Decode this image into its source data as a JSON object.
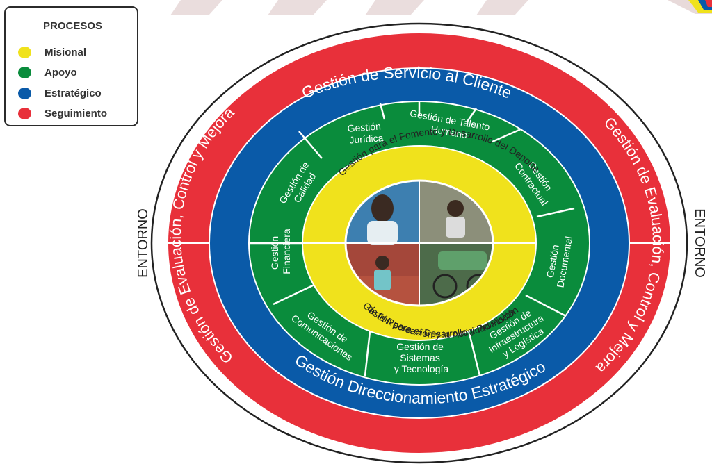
{
  "colors": {
    "misional": "#f0e21c",
    "apoyo": "#0a8c3c",
    "estrategico": "#0a5aa8",
    "seguimiento": "#e8303a",
    "background_decor": "#d9c1c1"
  },
  "legend": {
    "title": "PROCESOS",
    "items": [
      {
        "label": "Misional",
        "color": "#f0e21c"
      },
      {
        "label": "Apoyo",
        "color": "#0a8c3c"
      },
      {
        "label": "Estratégico",
        "color": "#0a5aa8"
      },
      {
        "label": "Seguimiento",
        "color": "#e8303a"
      }
    ]
  },
  "outer_labels": {
    "left": "ENTORNO",
    "right": "ENTORNO"
  },
  "red_ring": {
    "left": "Gestión de Evaluación, Control y Mejora",
    "right": "Gestión de Evaluación, Control y Mejora"
  },
  "blue_ring": {
    "top": "Gestión de Servicio al Cliente",
    "bottom": "Gestión Direccionamiento Estratégico"
  },
  "green_ring": {
    "segments": [
      {
        "lines": [
          "Gestión",
          "Jurídica"
        ]
      },
      {
        "lines": [
          "Gestión de Talento",
          "Humano"
        ]
      },
      {
        "lines": [
          "Gestión",
          "Contractual"
        ]
      },
      {
        "lines": [
          "Gestión",
          "Documental"
        ]
      },
      {
        "lines": [
          "Gestión de",
          "Infraestructura",
          "y Logística"
        ]
      },
      {
        "lines": [
          "Gestión de",
          "Sistemas",
          "y Tecnología"
        ]
      },
      {
        "lines": [
          "Gestión de",
          "Comunicaciones"
        ]
      },
      {
        "lines": [
          "Gestión",
          "Financiera"
        ]
      },
      {
        "lines": [
          "Gestión de",
          "Calidad"
        ]
      }
    ]
  },
  "yellow_ring": {
    "top": "Gestión para el Fomento y Desarrollo del Deporte",
    "bottom_line1": "Gestión para el Desarrollo y Promoción",
    "bottom_line2": "de la Recreación y la Actividad Física"
  },
  "center_photos": [
    {
      "name": "swimmer-photo",
      "color": "#3d7fb0"
    },
    {
      "name": "child-athlete-photo",
      "color": "#8c8f7a"
    },
    {
      "name": "runner-photo",
      "color": "#a4473a"
    },
    {
      "name": "cyclists-photo",
      "color": "#4d6b4a"
    }
  ]
}
